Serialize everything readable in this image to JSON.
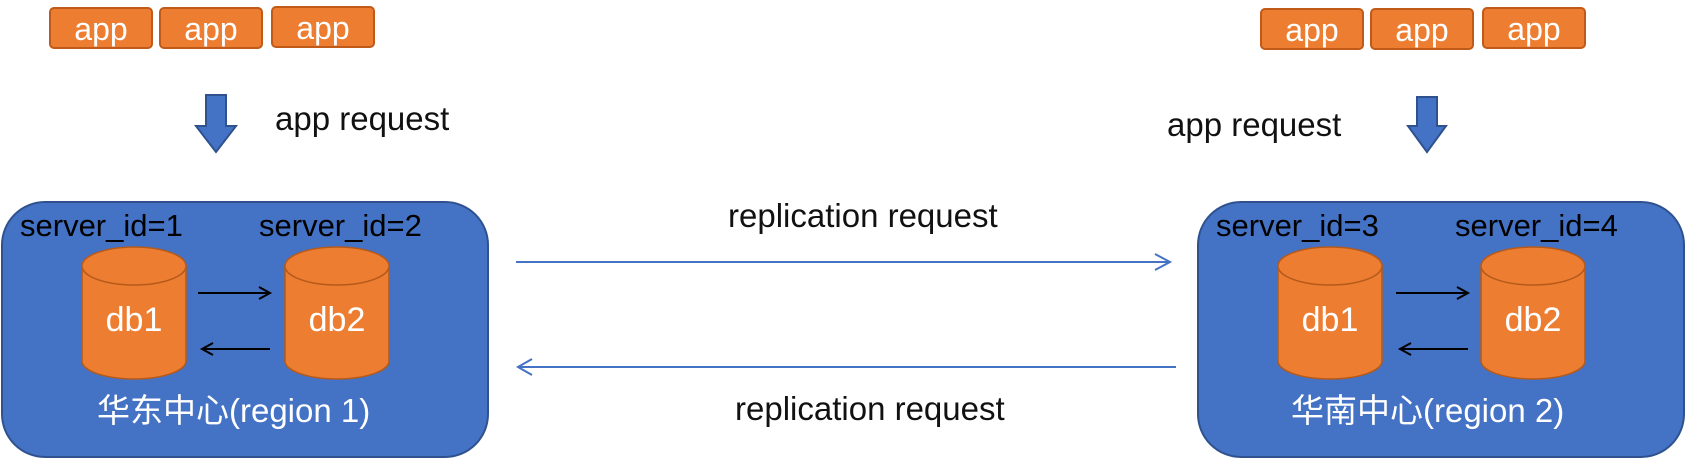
{
  "colors": {
    "app_fill": "#ED7D31",
    "region_fill": "#4472C4",
    "db_fill": "#ED7D31",
    "arrow_blue": "#4472C4"
  },
  "left": {
    "apps": [
      "app",
      "app",
      "app"
    ],
    "app_request": "app request",
    "region": {
      "server_a": "server_id=1",
      "server_b": "server_id=2",
      "db_a": "db1",
      "db_b": "db2",
      "name": "华东中心(region 1)"
    }
  },
  "right": {
    "apps": [
      "app",
      "app",
      "app"
    ],
    "app_request": "app request",
    "region": {
      "server_a": "server_id=3",
      "server_b": "server_id=4",
      "db_a": "db1",
      "db_b": "db2",
      "name": "华南中心(region 2)"
    }
  },
  "replication_top": "replication request",
  "replication_bottom": "replication request",
  "icons": [
    "down-arrow-icon",
    "right-arrow-icon",
    "left-arrow-icon",
    "database-icon"
  ]
}
